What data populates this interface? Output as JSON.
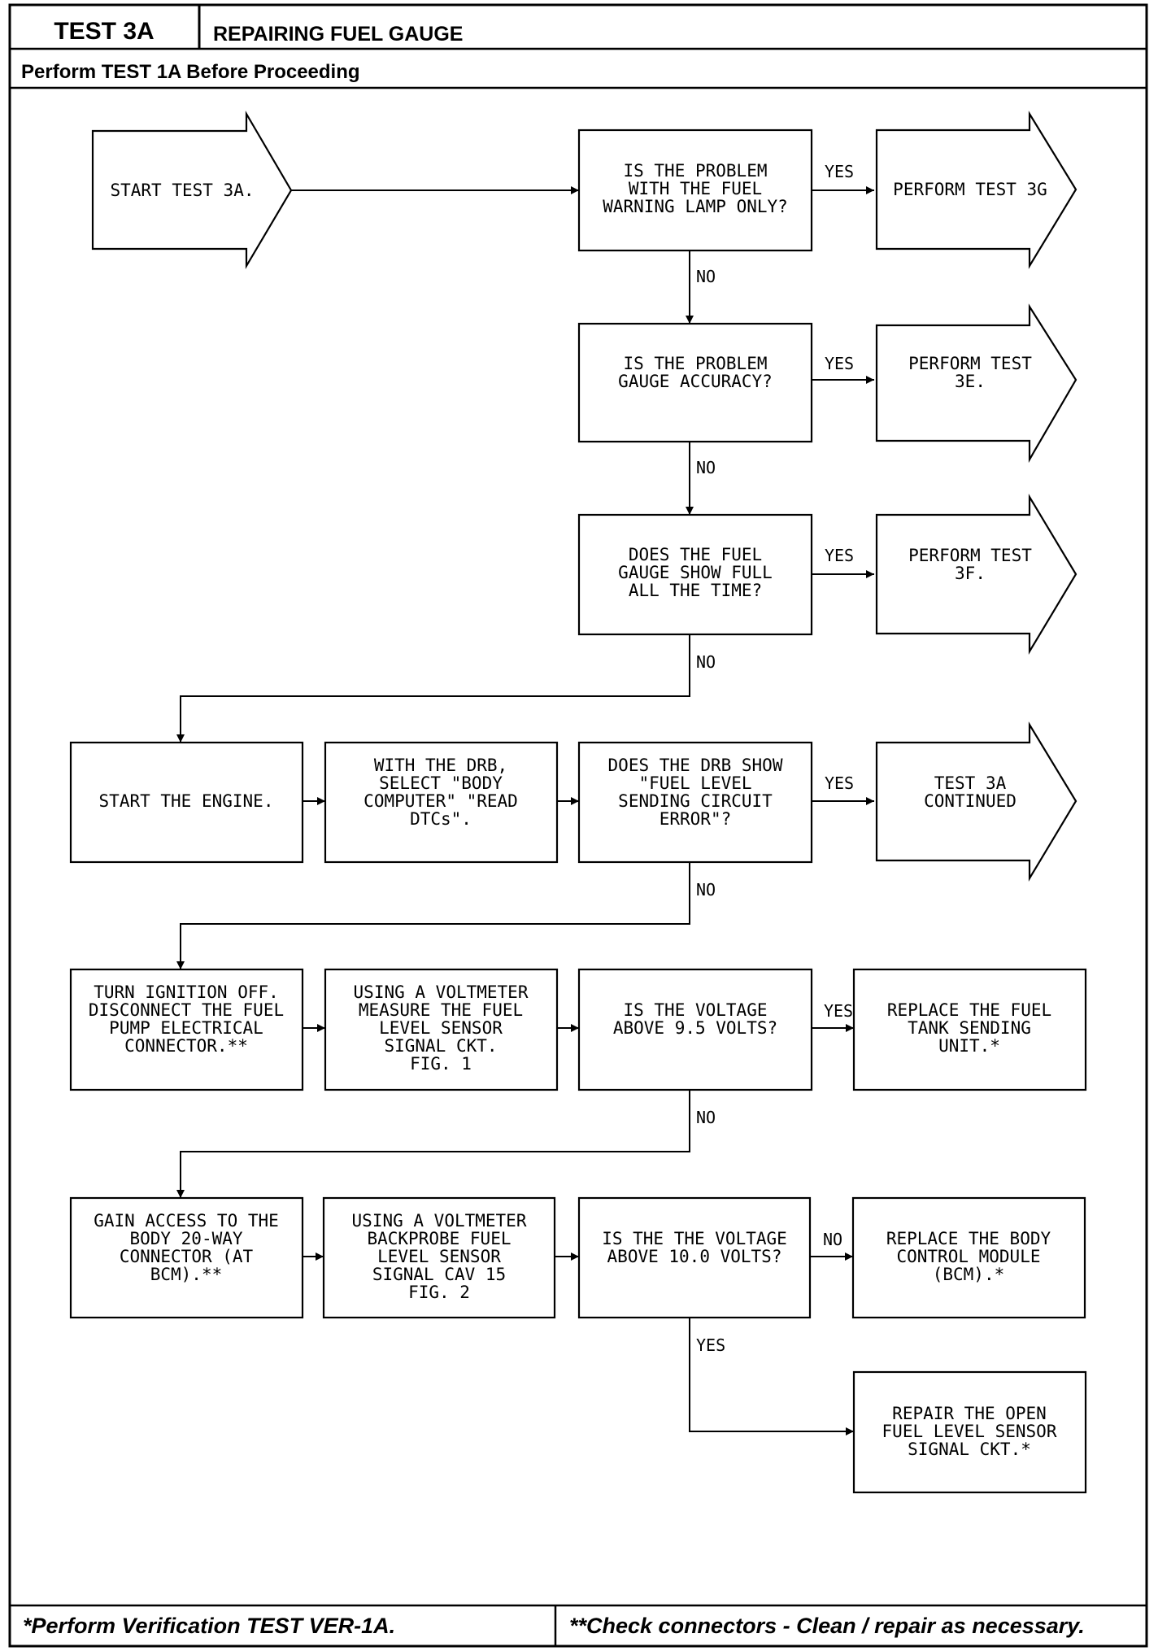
{
  "header": {
    "test_id": "TEST 3A",
    "title": "REPAIRING FUEL GAUGE",
    "subheader": "Perform TEST 1A Before Proceeding"
  },
  "nodes": {
    "start": [
      "START TEST 3A."
    ],
    "q_lamp": [
      "IS THE PROBLEM",
      "WITH THE FUEL",
      "WARNING LAMP ONLY?"
    ],
    "perf_3g": [
      "PERFORM TEST 3G"
    ],
    "q_accuracy": [
      "IS THE PROBLEM",
      "GAUGE ACCURACY?"
    ],
    "perf_3e": [
      "PERFORM TEST",
      "3E."
    ],
    "q_full": [
      "DOES THE FUEL",
      "GAUGE SHOW FULL",
      "ALL THE TIME?"
    ],
    "perf_3f": [
      "PERFORM TEST",
      "3F."
    ],
    "start_engine": [
      "START THE ENGINE."
    ],
    "drb_select": [
      "WITH THE DRB,",
      "SELECT \"BODY",
      "COMPUTER\" \"READ",
      "DTCs\"."
    ],
    "q_drb": [
      "DOES THE DRB SHOW",
      "\"FUEL LEVEL",
      "SENDING CIRCUIT",
      "ERROR\"?"
    ],
    "test3a_cont": [
      "TEST 3A",
      "CONTINUED"
    ],
    "ign_off": [
      "TURN IGNITION OFF.",
      "DISCONNECT THE FUEL",
      "PUMP ELECTRICAL",
      "CONNECTOR.**"
    ],
    "measure": [
      "USING A VOLTMETER",
      "MEASURE THE FUEL",
      "LEVEL SENSOR",
      "SIGNAL CKT.",
      "FIG. 1"
    ],
    "q_volt95": [
      "IS THE VOLTAGE",
      "ABOVE 9.5 VOLTS?"
    ],
    "replace_fuel": [
      "REPLACE THE FUEL",
      "TANK SENDING",
      "UNIT.*"
    ],
    "gain_access": [
      "GAIN ACCESS TO THE",
      "BODY 20-WAY",
      "CONNECTOR (AT",
      "BCM).**"
    ],
    "backprobe": [
      "USING A VOLTMETER",
      "BACKPROBE FUEL",
      "LEVEL SENSOR",
      "SIGNAL CAV 15",
      "FIG. 2"
    ],
    "q_volt10": [
      "IS THE THE VOLTAGE",
      "ABOVE 10.0 VOLTS?"
    ],
    "replace_bcm": [
      "REPLACE THE BODY",
      "CONTROL MODULE",
      "(BCM).*"
    ],
    "repair_open": [
      "REPAIR THE OPEN",
      "FUEL LEVEL SENSOR",
      "SIGNAL CKT.*"
    ]
  },
  "labels": {
    "yes": "YES",
    "no": "NO"
  },
  "footer": {
    "left": "*Perform Verification TEST VER-1A.",
    "right": "**Check connectors - Clean / repair as necessary."
  }
}
